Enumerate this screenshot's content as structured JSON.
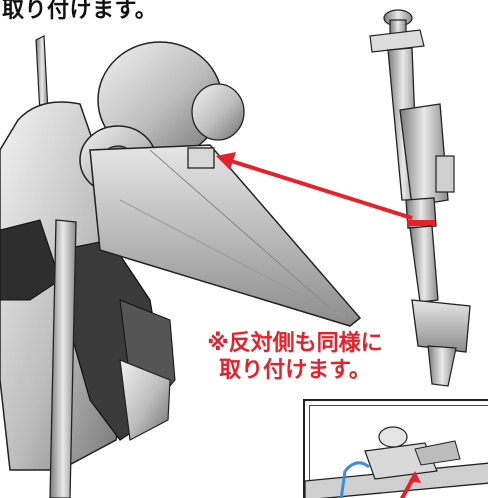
{
  "heading": "取り付けます。",
  "note": {
    "line1": "※反対側も同様に",
    "line2": "取り付けます。"
  },
  "colors": {
    "accent_red": "#e8202a",
    "part_gray": "#c9c9c9",
    "outline": "#222222"
  },
  "illustration": {
    "robot": "mobile-suit-figure",
    "weapon": "rifle-part",
    "arrow": "attachment-arrow",
    "inset": "detail-inset"
  }
}
